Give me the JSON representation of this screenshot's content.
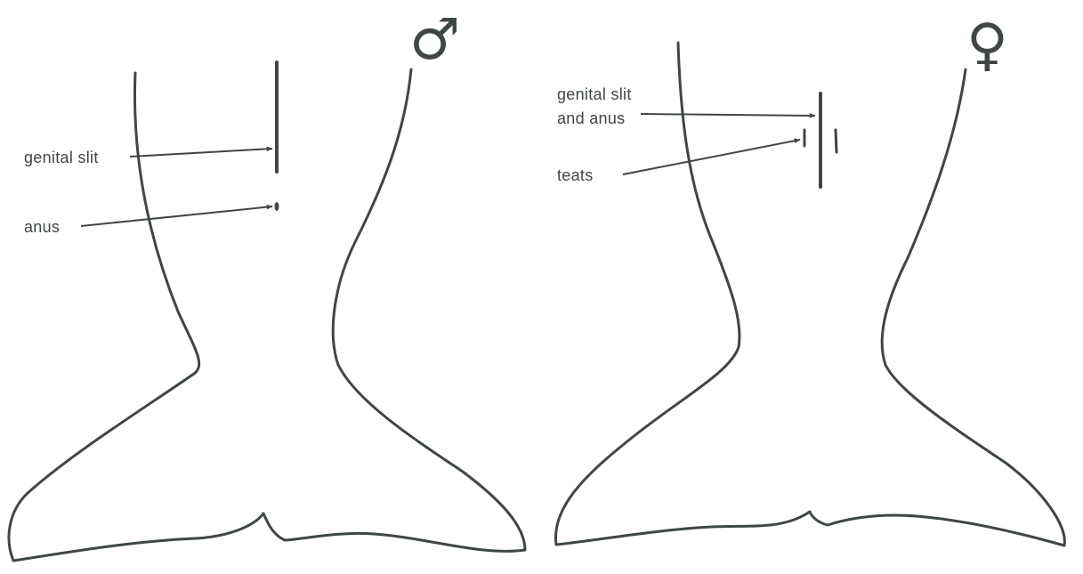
{
  "style": {
    "line_color": "#3f4742",
    "text_color": "#3f4742"
  },
  "male": {
    "symbol": "♂",
    "labels": {
      "genital_slit": "genital slit",
      "anus": "anus"
    }
  },
  "female": {
    "symbol": "♀",
    "labels": {
      "genital_slit_line1": "genital slit",
      "genital_slit_line2": "and anus",
      "teats": "teats"
    }
  }
}
